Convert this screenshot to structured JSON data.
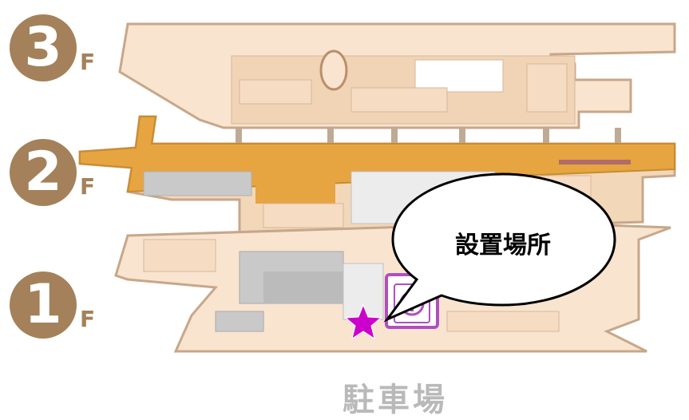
{
  "floors": [
    {
      "number": "3",
      "suffix": "F"
    },
    {
      "number": "2",
      "suffix": "F"
    },
    {
      "number": "1",
      "suffix": "F"
    }
  ],
  "callout": {
    "label": "設置場所"
  },
  "parking": {
    "label": "駐車場"
  },
  "colors": {
    "floor_badge": "#a4815a",
    "floor_tan": "#f4dcc3",
    "floor_outline": "#c7a78a",
    "floor2_highlight": "#e6a540",
    "room_gray": "#c9c9c9",
    "marker": "#cc00cc",
    "parking_text": "#b9b9b9"
  },
  "icons": [
    "star-icon",
    "info-icon",
    "elevator-icon"
  ]
}
